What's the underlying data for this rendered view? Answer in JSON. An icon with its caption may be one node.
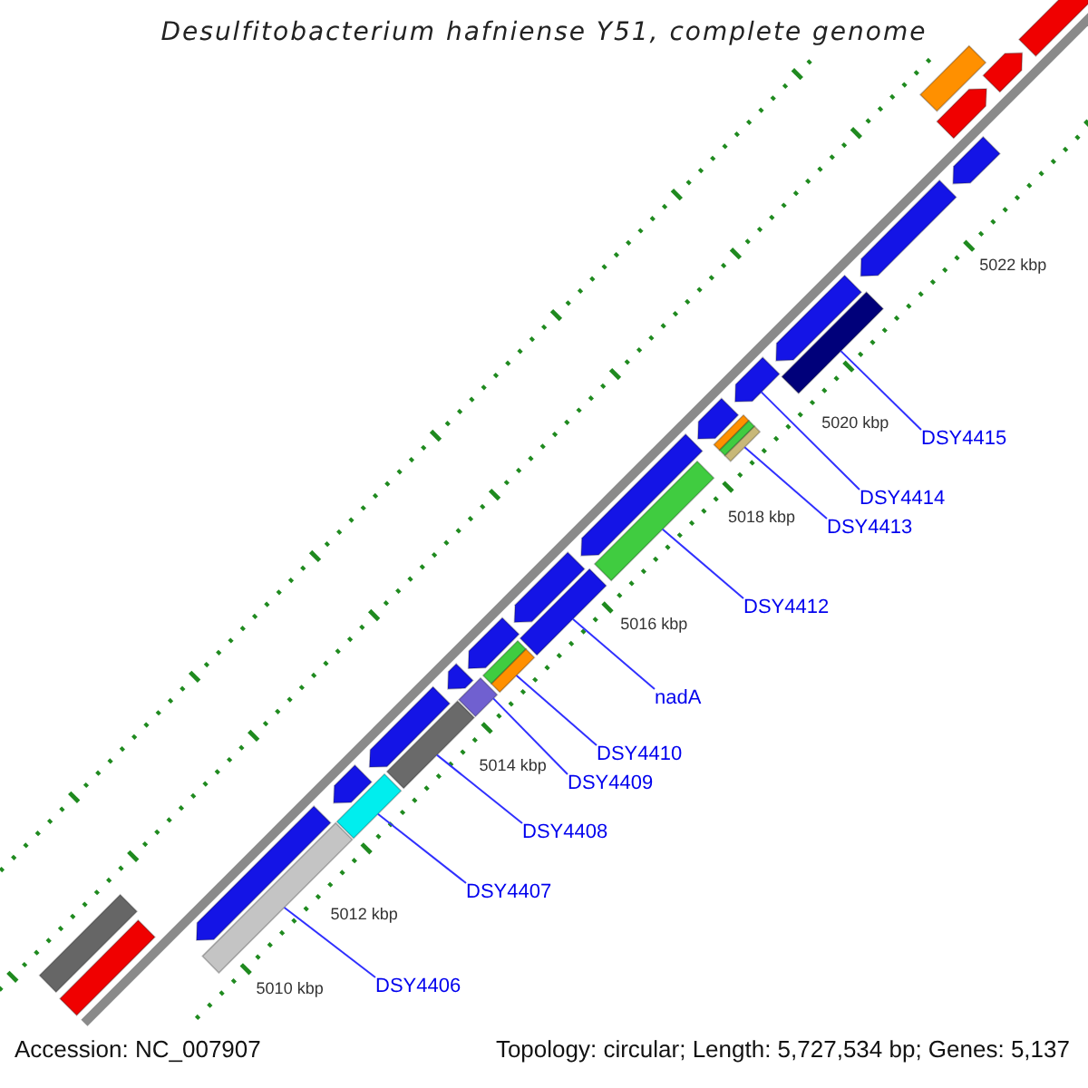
{
  "diagram": {
    "title": "Desulfitobacterium hafniense Y51, complete genome",
    "nodes": [
      {
        "text": [
          "DSY4406"
        ]
      },
      {
        "text": [
          "DSY4407"
        ]
      },
      {
        "text": [
          "DSY4408"
        ]
      },
      {
        "text": [
          "DSY4409"
        ]
      },
      {
        "text": [
          "DSY4410"
        ]
      },
      {
        "text": [
          "nadA"
        ]
      },
      {
        "text": [
          "DSY4412"
        ]
      },
      {
        "text": [
          "DSY4413"
        ]
      },
      {
        "text": [
          "DSY4414"
        ]
      },
      {
        "text": [
          "DSY4415"
        ]
      },
      {
        "text": [],
        "shape": "bar"
      },
      {
        "text": [],
        "shape": "bar"
      },
      {
        "text": [],
        "shape": "bar"
      },
      {
        "text": [],
        "shape": "bar"
      },
      {
        "text": [],
        "shape": "bar"
      },
      {
        "text": [],
        "shape": "bar"
      },
      {
        "text": [],
        "shape": "bar"
      },
      {
        "text": [],
        "shape": "bar"
      },
      {
        "text": [],
        "shape": "pentagon"
      },
      {
        "text": [],
        "shape": "bar"
      },
      {
        "text": [],
        "shape": "pentagon"
      },
      {
        "text": [],
        "shape": "pentagon"
      },
      {
        "text": [],
        "shape": "pentagon"
      },
      {
        "text": [],
        "shape": "pentagon"
      },
      {
        "text": [],
        "shape": "pentagon"
      },
      {
        "text": [],
        "shape": "pentagon"
      },
      {
        "text": [],
        "shape": "pentagon"
      },
      {
        "text": [],
        "shape": "pentagon"
      },
      {
        "text": [],
        "shape": "pentagon"
      },
      {
        "text": [],
        "shape": "pentagon"
      },
      {
        "text": [],
        "shape": "pentagon"
      },
      {
        "text": [],
        "shape": "pentagon"
      },
      {
        "text": [],
        "shape": "pentagon"
      },
      {
        "text": [],
        "shape": "pentagon"
      },
      {
        "text": [],
        "shape": "bar"
      },
      {
        "text": [],
        "shape": "bar"
      },
      {
        "text": [],
        "shape": "bar"
      }
    ],
    "edges": [
      {
        "from": 0,
        "to": 10,
        "arrow": "none"
      },
      {
        "from": 1,
        "to": 11,
        "arrow": "none"
      },
      {
        "from": 2,
        "to": 12,
        "arrow": "none"
      },
      {
        "from": 3,
        "to": 13,
        "arrow": "none"
      },
      {
        "from": 4,
        "to": 14,
        "arrow": "none"
      },
      {
        "from": 5,
        "to": 15,
        "arrow": "none"
      },
      {
        "from": 6,
        "to": 16,
        "arrow": "none"
      },
      {
        "from": 7,
        "to": 17,
        "arrow": "none"
      },
      {
        "from": 8,
        "to": 18,
        "arrow": "none"
      },
      {
        "from": 9,
        "to": 19,
        "arrow": "none"
      }
    ],
    "labels": [
      "5022 kbp",
      "5020 kbp",
      "5018 kbp",
      "5016 kbp",
      "5014 kbp",
      "5012 kbp",
      "5010 kbp",
      "Accession: NC_007907",
      "Topology: circular; Length: 5,727,534 bp; Genes: 5,137"
    ]
  }
}
